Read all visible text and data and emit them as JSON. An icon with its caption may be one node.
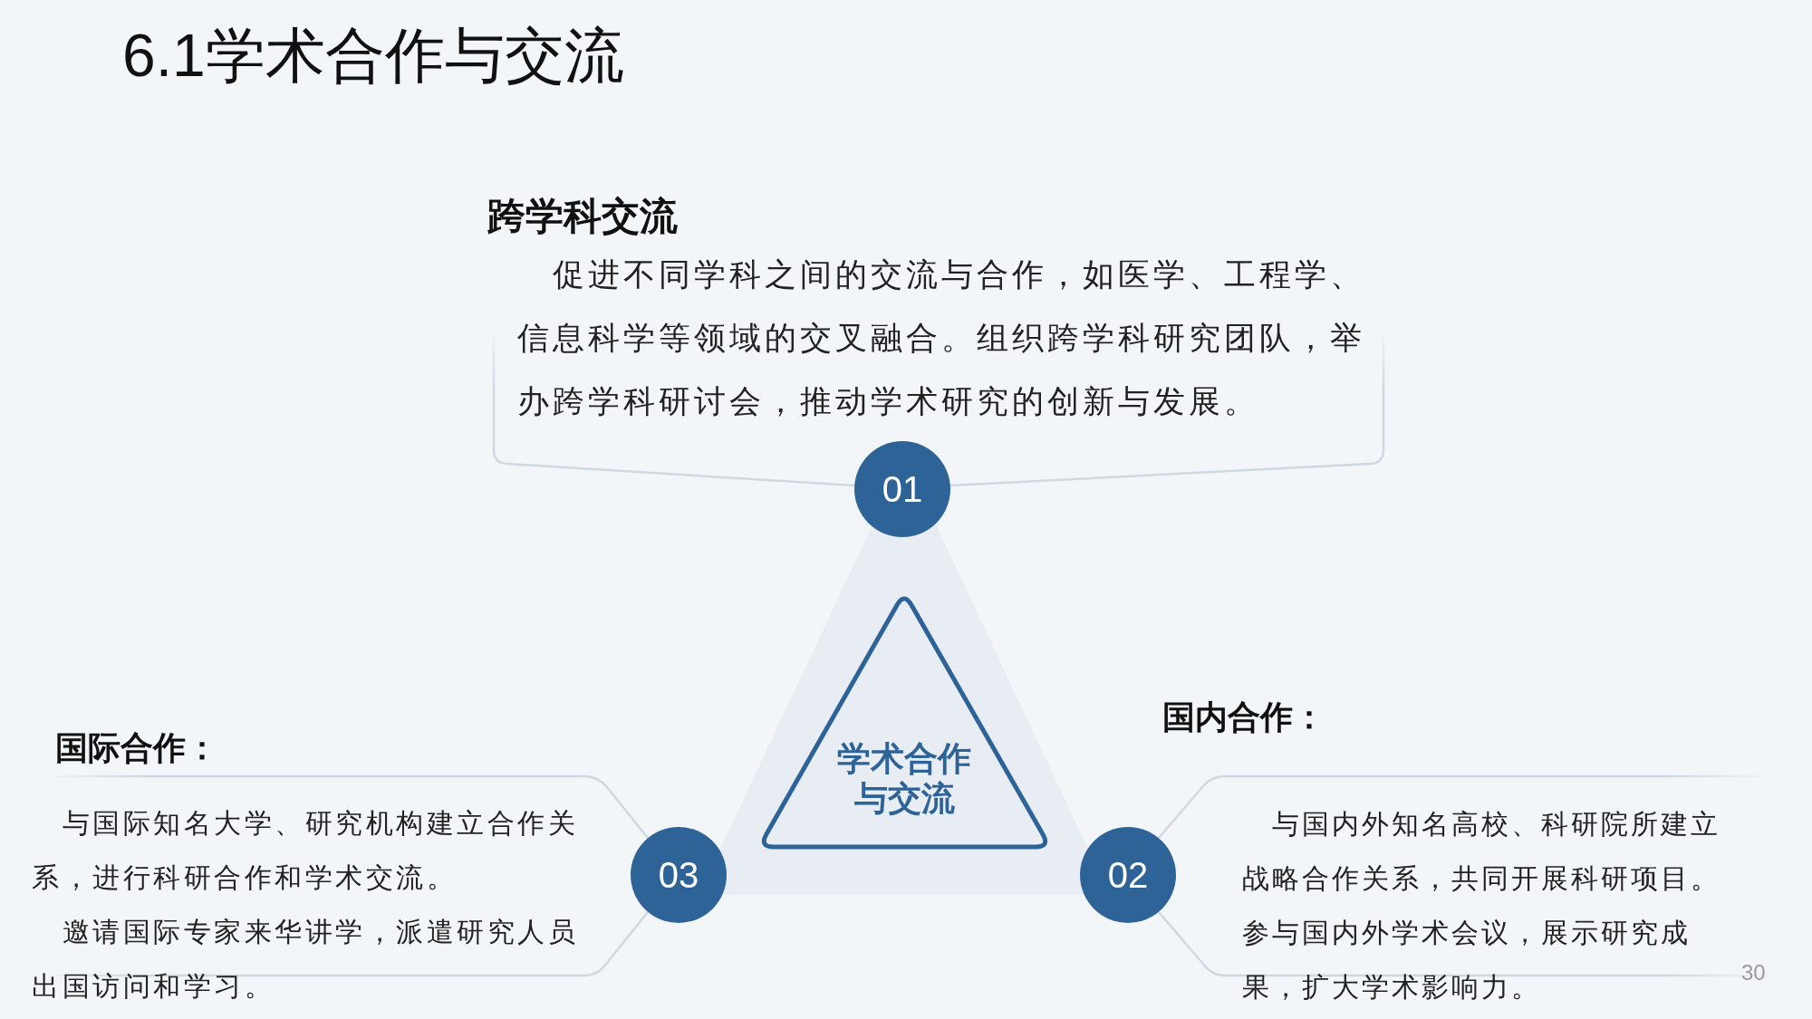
{
  "diagram": {
    "title": "6.1学术合作与交流",
    "nodes": [
      {
        "text": [
          "跨学科交流",
          "促进不同学科之间的交流与合作，如医学、工程学、信息科学等领域的交叉融合。组织跨学科研究团队，举办跨学科研讨会，推动学术研究的创新与发展。"
        ]
      },
      {
        "text": [
          "01"
        ]
      },
      {
        "text": [
          "学术合作与交流"
        ]
      },
      {
        "text": [
          "02"
        ]
      },
      {
        "text": [
          "国内合作：",
          "与国内外知名高校、科研院所建立战略合作关系，共同开展科研项目。参与国内外学术会议，展示研究成果，扩大学术影响力。"
        ]
      },
      {
        "text": [
          "03"
        ]
      },
      {
        "text": [
          "国际合作：",
          "与国际知名大学、研究机构建立合作关系，进行科研合作和学术交流。",
          "邀请国际专家来华讲学，派遣研究人员出国访问和学习。"
        ]
      }
    ],
    "labels": [
      "30"
    ]
  }
}
